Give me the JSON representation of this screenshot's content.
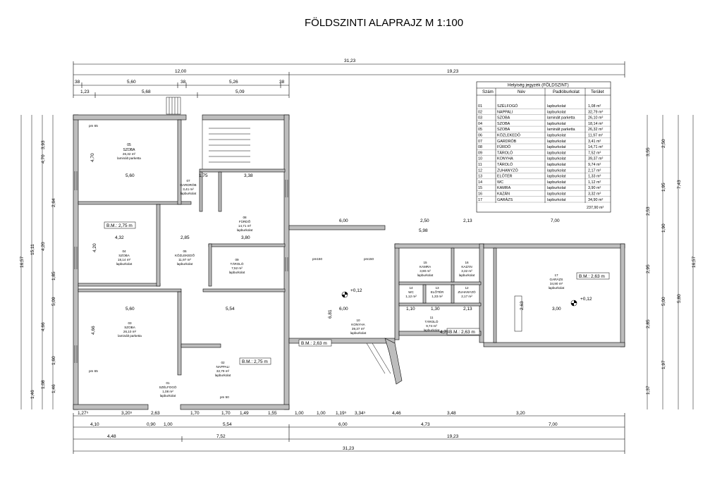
{
  "title": "FÖLDSZINTI ALAPRAJZ  M 1:100",
  "legend": {
    "title": "Helyiség jegyzék (FÖLDSZINT)",
    "headers": [
      "Szám",
      "Név",
      "Padlóburkolat",
      "Terület"
    ],
    "rows": [
      {
        "num": "01",
        "name": "SZÉLFOGÓ",
        "floor": "lapburkolat",
        "area": "1,08 m²"
      },
      {
        "num": "02",
        "name": "NAPPALI",
        "floor": "lapburkolat",
        "area": "32,79 m²"
      },
      {
        "num": "03",
        "name": "SZOBA",
        "floor": "laminált parketta",
        "area": "26,10 m²"
      },
      {
        "num": "04",
        "name": "SZOBA",
        "floor": "lapburkolat",
        "area": "18,14 m²"
      },
      {
        "num": "05",
        "name": "SZOBA",
        "floor": "laminált parketta",
        "area": "26,32 m²"
      },
      {
        "num": "06",
        "name": "KÖZLEKEDŐ",
        "floor": "lapburkolat",
        "area": "11,97 m²"
      },
      {
        "num": "07",
        "name": "GARDRÓB",
        "floor": "lapburkolat",
        "area": "3,41 m²"
      },
      {
        "num": "08",
        "name": "FÜRDŐ",
        "floor": "lapburkolat",
        "area": "14,71 m²"
      },
      {
        "num": "09",
        "name": "TÁROLÓ",
        "floor": "lapburkolat",
        "area": "7,52 m²"
      },
      {
        "num": "10",
        "name": "KONYHA",
        "floor": "lapburkolat",
        "area": "39,37 m²"
      },
      {
        "num": "11",
        "name": "TÁROLÓ",
        "floor": "lapburkolat",
        "area": "9,74 m²"
      },
      {
        "num": "12",
        "name": "ZUHANYZÓ",
        "floor": "lapburkolat",
        "area": "2,17 m²"
      },
      {
        "num": "13",
        "name": "ELŐTÉR",
        "floor": "lapburkolat",
        "area": "1,33 m²"
      },
      {
        "num": "14",
        "name": "WC",
        "floor": "lapburkolat",
        "area": "1,12 m²"
      },
      {
        "num": "15",
        "name": "KAMRA",
        "floor": "lapburkolat",
        "area": "3,90 m²"
      },
      {
        "num": "16",
        "name": "KAZÁN",
        "floor": "lapburkolat",
        "area": "3,32 m²"
      },
      {
        "num": "17",
        "name": "GARÁZS",
        "floor": "lapburkolat",
        "area": "34,90 m²"
      }
    ],
    "total": "237,90 m²"
  },
  "rooms": {
    "r05": {
      "num": "05",
      "name": "SZOBA",
      "area": "26,32 m²",
      "floor": "laminált parketta"
    },
    "r07": {
      "num": "07",
      "name": "GARDRÓB",
      "area": "3,41 m²",
      "floor": "lapburkolat"
    },
    "r08": {
      "num": "08",
      "name": "FÜRDŐ",
      "area": "14,71 m²",
      "floor": "lapburkolat"
    },
    "r04": {
      "num": "04",
      "name": "SZOBA",
      "area": "18,14 m²",
      "floor": "lapburkolat"
    },
    "r06": {
      "num": "06",
      "name": "KÖZLEKEDŐ",
      "area": "11,97 m²",
      "floor": "lapburkolat"
    },
    "r09": {
      "num": "09",
      "name": "TÁROLÓ",
      "area": "7,52 m²",
      "floor": "lapburkolat"
    },
    "r03": {
      "num": "03",
      "name": "SZOBA",
      "area": "26,10 m²",
      "floor": "laminált parketta"
    },
    "r02": {
      "num": "02",
      "name": "NAPPALI",
      "area": "32,79 m²",
      "floor": "lapburkolat"
    },
    "r01": {
      "num": "01",
      "name": "SZÉLFOGÓ",
      "area": "1,08 m²",
      "floor": "lapburkolat"
    },
    "r10": {
      "num": "10",
      "name": "KONYHA",
      "area": "39,37 m²",
      "floor": "lapburkolat"
    },
    "r11": {
      "num": "11",
      "name": "TÁROLÓ",
      "area": "9,74 m²",
      "floor": "lapburkolat"
    },
    "r15": {
      "num": "15",
      "name": "KAMRA",
      "area": "3,90 m²",
      "floor": "lapburkolat"
    },
    "r16": {
      "num": "16",
      "name": "KAZÁN",
      "area": "3,32 m²",
      "floor": "lapburkolat"
    },
    "r12": {
      "num": "12",
      "name": "ZUHANYZÓ",
      "area": "2,17 m²",
      "floor": "lapburkolat"
    },
    "r13": {
      "num": "13",
      "name": "ELŐTÉR",
      "area": "1,33 m²",
      "floor": "lapburkolat"
    },
    "r14": {
      "num": "14",
      "name": "WC",
      "area": "1,12 m²",
      "floor": "lapburkolat"
    },
    "r17": {
      "num": "17",
      "name": "GARÁZS",
      "area": "34,90 m²",
      "floor": "lapburkolat"
    }
  },
  "levels": {
    "bm275": "B.M.: 2,75 m",
    "bm263": "B.M.: 2,63 m",
    "plus012": "+0,12",
    "pm65": "pm 65",
    "pm150": "pm150",
    "pm50": "pm 50"
  },
  "dims": {
    "top_total": "31,23",
    "top_a": "12,00",
    "top_b": "19,23",
    "top_c1": "5,60",
    "top_c2": "5,26",
    "top_d1": "1,23",
    "top_d2": "5,68",
    "top_d3": "5,09",
    "w38": "38",
    "bot_total": "31,23",
    "bot_a": "4,48",
    "bot_b": "7,52",
    "bot_c": "19,23",
    "bot_d": [
      "4,10",
      "0,90",
      "1,00",
      "5,54",
      "6,00",
      "4,73",
      "7,00"
    ],
    "bot_e": [
      "1,27⁵",
      "3,20⁵",
      "2,63",
      "1,70",
      "1,70",
      "1,49",
      "1,55",
      "1,00",
      "1,00",
      "1,19⁵",
      "3,34⁵",
      "4,46",
      "3,48",
      "3,20"
    ],
    "left_total": "16,57",
    "left_a": "15,11",
    "left_parts": [
      "3,93",
      "4,70",
      "2,64",
      "4,20",
      "1,85",
      "5,09",
      "4,66",
      "1,60",
      "1,46",
      "1,08",
      "1,46"
    ],
    "right_total": "16,57",
    "right_parts": [
      "3,55",
      "7,43",
      "2,50",
      "1,95",
      "2,53",
      "1,90",
      "2,95",
      "5,00",
      "5,80",
      "2,85",
      "1,97",
      "1,37"
    ],
    "inner": [
      "4,70",
      "5,60",
      "1,75",
      "3,38",
      "4,32",
      "2,85",
      "3,80",
      "4,20",
      "5,60",
      "5,54",
      "4,66",
      "6,00",
      "5,98",
      "6,81",
      "7,00",
      "2,50",
      "2,13",
      "6,00",
      "1,10",
      "1,30",
      "2,13",
      "3,00",
      "4,73",
      "2,63"
    ]
  }
}
